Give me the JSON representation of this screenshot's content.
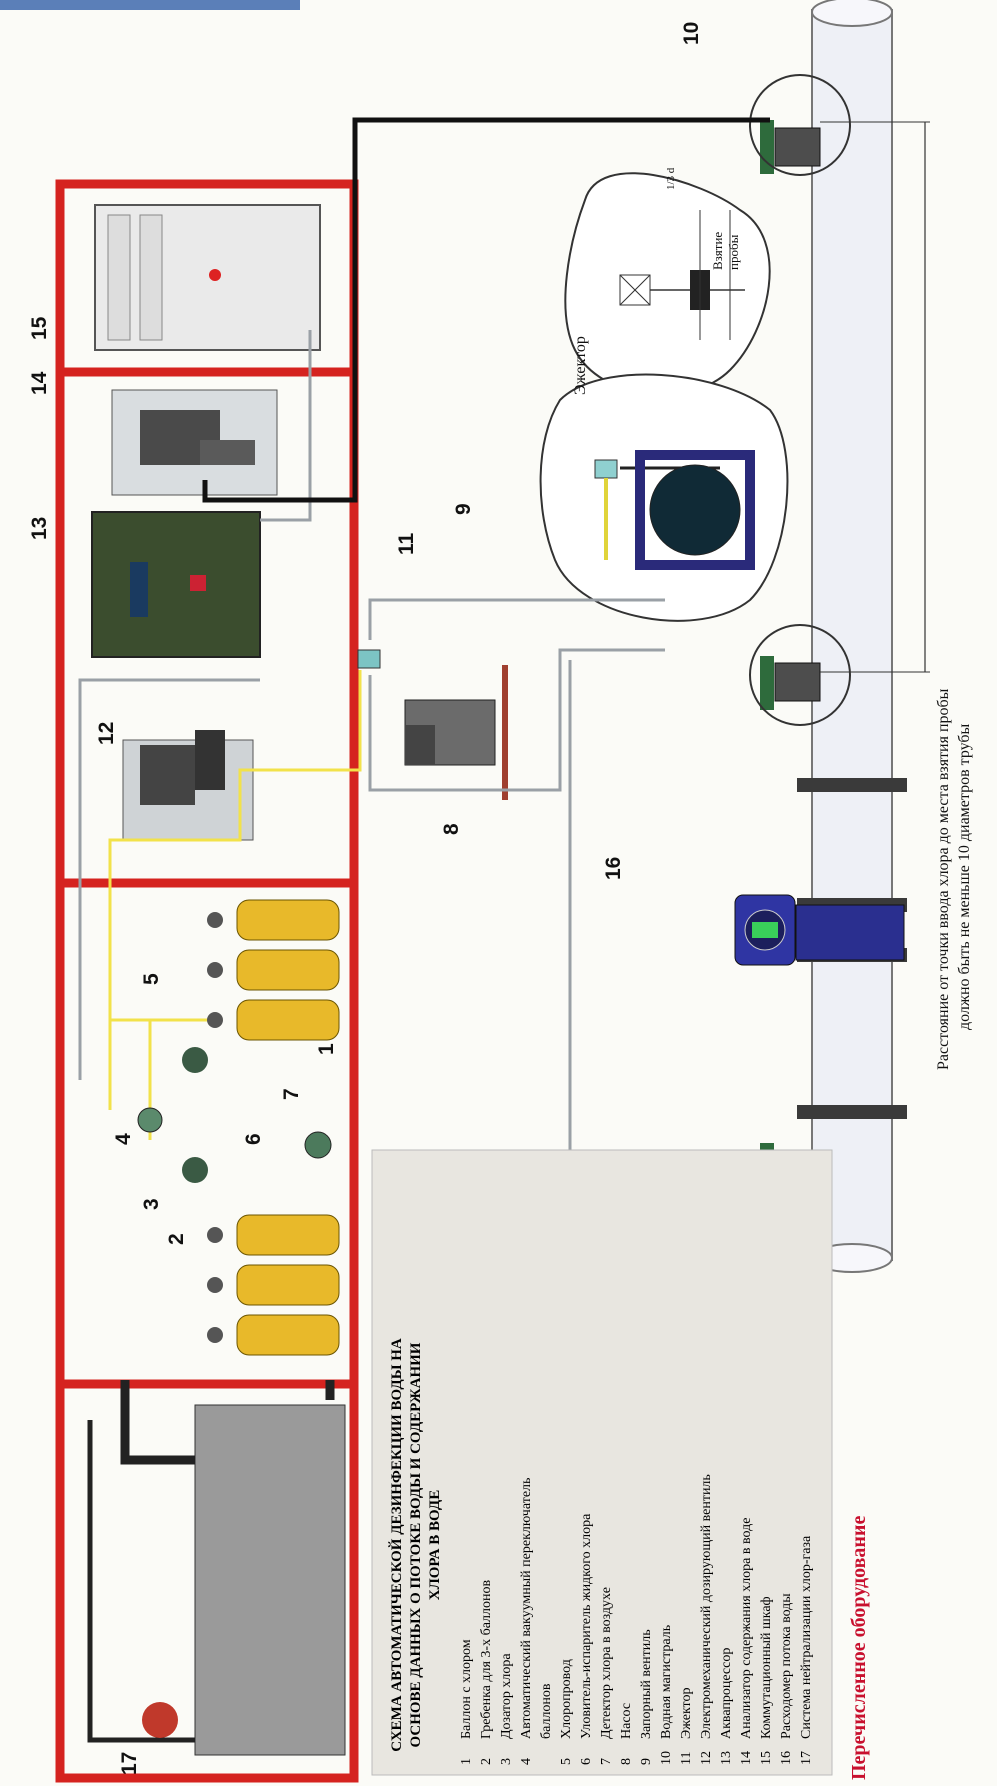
{
  "legend": {
    "title": "СХЕМА АВТОМАТИЧЕСКОЙ ДЕЗИНФЕКЦИИ ВОДЫ НА ОСНОВЕ ДАННЫХ О ПОТОКЕ ВОДЫ И СОДЕРЖАНИИ ХЛОРА В ВОДЕ",
    "items": [
      {
        "n": "1",
        "text": "Баллон с хлором"
      },
      {
        "n": "2",
        "text": "Гребенка для 3-х баллонов"
      },
      {
        "n": "3",
        "text": "Дозатор хлора"
      },
      {
        "n": "4",
        "text": "Автоматический вакуумный переключатель"
      },
      {
        "n": "",
        "text": "баллонов"
      },
      {
        "n": "5",
        "text": "Хлоропровод"
      },
      {
        "n": "6",
        "text": "Уловитель-испаритель жидкого хлора"
      },
      {
        "n": "7",
        "text": "Детектор хлора в воздухе"
      },
      {
        "n": "8",
        "text": "Насос"
      },
      {
        "n": "9",
        "text": "Запорный вентиль"
      },
      {
        "n": "10",
        "text": "Водная магистраль"
      },
      {
        "n": "11",
        "text": "Эжектор"
      },
      {
        "n": "12",
        "text": "Электромеханический дозирующий вентиль"
      },
      {
        "n": "13",
        "text": "Аквапроцессор"
      },
      {
        "n": "14",
        "text": "Анализатор содержания хлора в воде"
      },
      {
        "n": "15",
        "text": "Коммутационный шкаф"
      },
      {
        "n": "16",
        "text": "Расходомер потока воды"
      },
      {
        "n": "17",
        "text": "Система нейтрализации хлор-газа"
      }
    ]
  },
  "bottom_heading": "Перечисленное оборудование",
  "labels": {
    "n1": "1",
    "n2": "2",
    "n3": "3",
    "n4": "4",
    "n5": "5",
    "n6": "6",
    "n7": "7",
    "n8": "8",
    "n9": "9",
    "n10": "10",
    "n11": "11",
    "n12": "12",
    "n13": "13",
    "n14": "14",
    "n15": "15",
    "n16": "16",
    "n17": "17"
  },
  "inset_ejector": "Эжектор",
  "inset_sample": "Взятие пробы",
  "inset_dim": "1/3 d",
  "distance_note_line1": "Расстояние от точки ввода хлора до места взятия пробы",
  "distance_note_line2": "должно быть не меньше 10 диаметров трубы",
  "colors": {
    "frame_red": "#d5231f",
    "cylinder_yellow": "#e8b92a",
    "chlorine_line": "#f2e24a",
    "pipe_blue": "#e8ecf4",
    "flowmeter_blue": "#2a2f8f",
    "processor_green": "#3b4d2e"
  }
}
